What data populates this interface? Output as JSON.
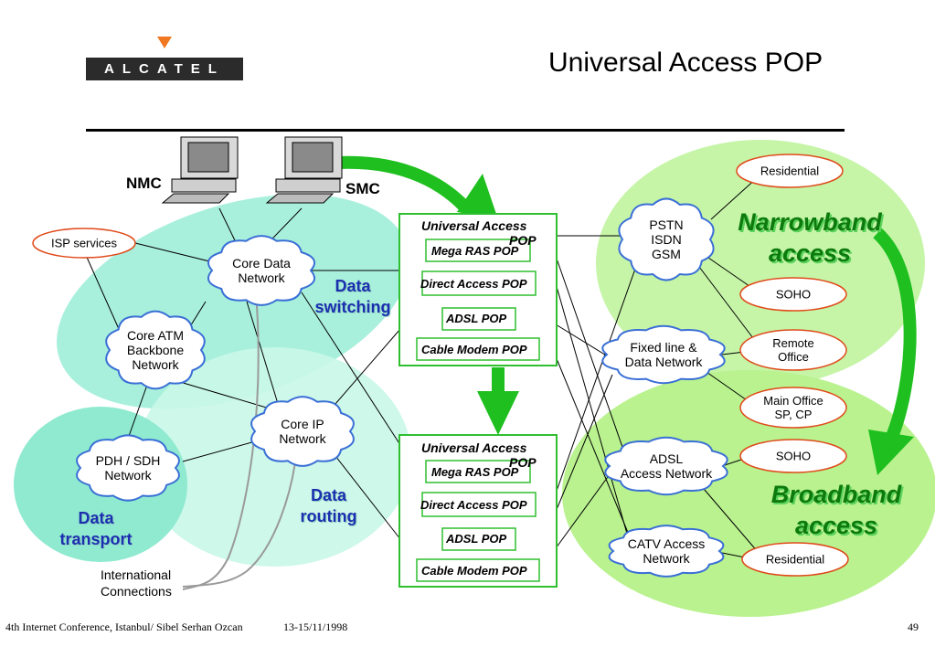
{
  "header": {
    "logo_text": "ALCATEL",
    "title": "Universal Access POP"
  },
  "management": {
    "nmc_label": "NMC",
    "smc_label": "SMC"
  },
  "regions": {
    "data_switching": [
      "Data",
      "switching"
    ],
    "data_routing": [
      "Data",
      "routing"
    ],
    "data_transport": [
      "Data",
      "transport"
    ],
    "narrowband_access": [
      "Narrowband",
      "access"
    ],
    "broadband_access": [
      "Broadband",
      "access"
    ]
  },
  "clouds": {
    "core_data_network": [
      "Core Data",
      "Network"
    ],
    "core_atm_backbone": [
      "Core ATM",
      "Backbone",
      "Network"
    ],
    "core_ip_network": [
      "Core IP",
      "Network"
    ],
    "pdh_sdh_network": [
      "PDH / SDH",
      "Network"
    ],
    "pstn_isdn_gsm": [
      "PSTN",
      "ISDN",
      "GSM"
    ],
    "fixed_line_data": [
      "Fixed line &",
      "Data Network"
    ],
    "adsl_access_network": [
      "ADSL",
      "Access Network"
    ],
    "catv_access_network": [
      "CATV Access",
      "Network"
    ]
  },
  "ovals": {
    "isp_services": [
      "ISP services"
    ],
    "residential_top": [
      "Residential"
    ],
    "soho_top": [
      "SOHO"
    ],
    "remote_office": [
      "Remote",
      "Office"
    ],
    "main_office": [
      "Main Office",
      "SP, CP"
    ],
    "soho_bottom": [
      "SOHO"
    ],
    "residential_bottom": [
      "Residential"
    ]
  },
  "pops": [
    {
      "title": "Universal Access",
      "title_overflow": "POP",
      "items": [
        "Mega RAS POP",
        "Direct Access POP",
        "ADSL POP",
        "Cable Modem POP"
      ]
    },
    {
      "title": "Universal Access",
      "title_overflow": "POP",
      "items": [
        "Mega RAS POP",
        "Direct Access POP",
        "ADSL POP",
        "Cable Modem POP"
      ]
    }
  ],
  "international": [
    "International",
    "Connections"
  ],
  "footer": {
    "conference": "4th Internet Conference, Istanbul/ Sibel Serhan Ozcan",
    "date": "13-15/11/1998",
    "page_number": "49"
  },
  "colors": {
    "region_teal": "#9ff0d8",
    "region_green": "#bff59a",
    "arrow_green": "#1fbf1f",
    "pop_border": "#2fbf2f",
    "oval_border": "#e04a1a",
    "cloud_border": "#3a6fd6",
    "logo_dark": "#2b2b2b",
    "logo_orange": "#f07820"
  }
}
